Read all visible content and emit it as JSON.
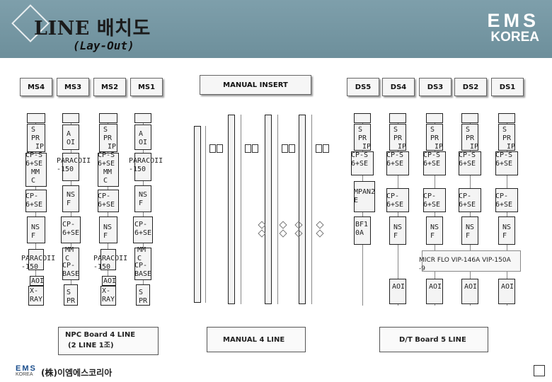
{
  "header": {
    "title": "LINE 배치도",
    "subtitle": "(Lay-Out)",
    "brand_top": "EMS",
    "brand_bottom": "KOREA"
  },
  "ms_tags": [
    "MS4",
    "MS3",
    "MS2",
    "MS1"
  ],
  "manual_insert": "MANUAL INSERT",
  "ds_tags": [
    "DS5",
    "DS4",
    "DS3",
    "DS2",
    "DS1"
  ],
  "npc_label": {
    "line1": "NPC Board 4 LINE",
    "line2": "(2 LINE 1조)"
  },
  "manual_line_label": "MANUAL 4 LINE",
  "dt_label": "D/T Board 5 LINE",
  "footer": {
    "logo_top": "EMS",
    "logo_bottom": "KOREA",
    "company": "(株)이엠에스코리아"
  },
  "colors": {
    "header_bg": "#7e9fab",
    "machine_fill": "#f4f4f4",
    "brand": "#ffffff"
  },
  "ms_columns": [
    {
      "c1": "S\nPR\n IP",
      "c2": "CP-S\n6+SE",
      "c3": "MM\nC",
      "c4": "CP-\n6+SE",
      "c5": "NS\nF",
      "c6": "PARACOII\n-150",
      "c7": "AOI",
      "c8": "X-\nRAY"
    },
    {
      "c1": "A\nOI",
      "c2": "PARACOII\n-150",
      "c4": "NS\nF",
      "c5": "CP-\n6+SE",
      "c6": "MM\nC",
      "c6b": "CP-\nBASE",
      "c7": "S\nPR"
    },
    {
      "c1": "S\nPR\n IP",
      "c2": "CP-S\n6+SE",
      "c3": "MM\nC",
      "c4": "CP-\n6+SE",
      "c5": "NS\nF",
      "c6": "PARACOII\n-150",
      "c7": "AOI",
      "c8": "X-\nRAY"
    },
    {
      "c1": "A\nOI",
      "c2": "PARACOII\n-150",
      "c4": "NS\nF",
      "c5": "CP-\n6+SE",
      "c6": "MM\nC",
      "c6b": "CP-\nBASE",
      "c7": "S\nPR"
    }
  ],
  "ds_columns": [
    {
      "c1": "S\nPR\n IP",
      "c2": "CP-S\n6+SE",
      "c3": "MPAN2\nE",
      "c4": "BF1\n0A"
    },
    {
      "c1": "S\nPR\n IP",
      "c2": "CP-S\n6+SE",
      "c3": "CP-\n6+SE",
      "c4": "NS\nF",
      "c5": "AOI"
    },
    {
      "c1": "S\nPR\n IP",
      "c2": "CP-S\n6+SE",
      "c3": "CP-\n6+SE",
      "c4": "NS\nF",
      "c5": "AOI"
    },
    {
      "c1": "S\nPR\n IP",
      "c2": "CP-S\n6+SE",
      "c3": "CP-\n6+SE",
      "c4": "NS\nF",
      "c5": "AOI"
    },
    {
      "c1": "S\nPR\n IP",
      "c2": "CP-S\n6+SE",
      "c3": "CP-\n6+SE",
      "c4": "NS\nF",
      "c5": "AOI"
    }
  ],
  "ds_extra": {
    "micr": "MICR FLO VIP-146A VIP-150A\n-9"
  }
}
